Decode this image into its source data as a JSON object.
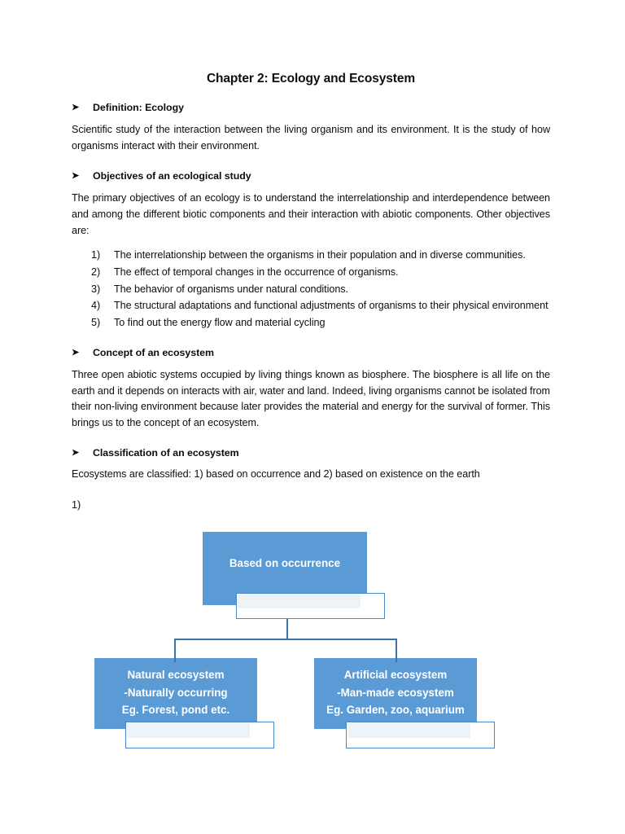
{
  "document": {
    "title": "Chapter 2: Ecology and Ecosystem",
    "bullet_glyph": "➤"
  },
  "sections": [
    {
      "heading": "Definition: Ecology",
      "paragraphs": [
        "Scientific study of the interaction between the living organism and its environment. It is the study of how organisms interact with their environment."
      ]
    },
    {
      "heading": "Objectives of an ecological study",
      "paragraphs": [
        "The primary objectives of an ecology is to understand the interrelationship and interdependence between and among the different biotic components and their interaction with abiotic components. Other objectives are:"
      ],
      "list": [
        {
          "marker": "1)",
          "text": "The interrelationship between the organisms in their population and in diverse communities."
        },
        {
          "marker": "2)",
          "text": "The effect of temporal changes in the occurrence of organisms."
        },
        {
          "marker": "3)",
          "text": "The behavior of organisms under natural conditions."
        },
        {
          "marker": "4)",
          "text": "The structural adaptations and functional adjustments of organisms to their physical environment"
        },
        {
          "marker": "5)",
          "text": "To find out the energy flow and material cycling"
        }
      ]
    },
    {
      "heading": "Concept of an ecosystem",
      "paragraphs": [
        "Three open abiotic systems occupied by living things known as biosphere. The biosphere is all life on the earth and it depends on interacts with air, water and land. Indeed, living organisms cannot be isolated from their non-living environment because later provides the material and energy for the survival of former. This brings us to the concept of an ecosystem."
      ]
    },
    {
      "heading": "Classification of an ecosystem",
      "paragraphs": [
        "Ecosystems are classified: 1) based on occurrence and 2) based on existence on the earth"
      ],
      "standalone_number": "1)"
    }
  ],
  "diagram": {
    "colors": {
      "node_fill": "#5b9bd5",
      "node_text": "#ffffff",
      "connector": "#3f72a8",
      "overlay_border": "#4a86c8",
      "overlay_fill": "#eef3f8"
    },
    "root": {
      "label": "Based on occurrence"
    },
    "children": [
      {
        "line1": "Natural ecosystem",
        "line2": "-Naturally occurring",
        "line3": "Eg. Forest, pond etc."
      },
      {
        "line1": "Artificial ecosystem",
        "line2": "-Man-made ecosystem",
        "line3": "Eg. Garden, zoo, aquarium"
      }
    ]
  }
}
